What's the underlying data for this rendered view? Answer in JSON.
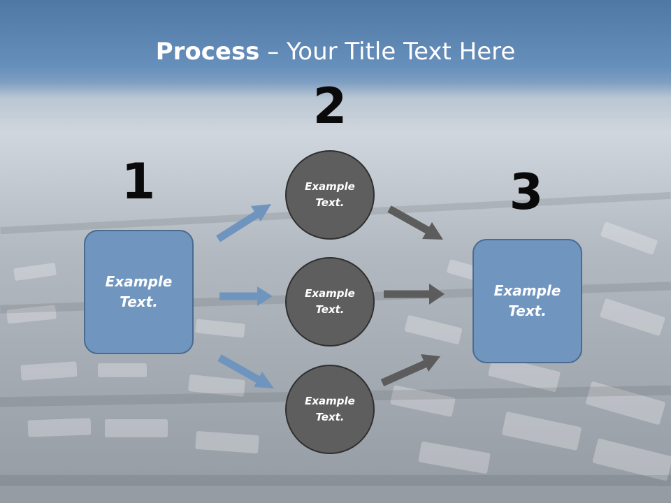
{
  "title": {
    "strong": "Process",
    "rest": " – Your Title Text Here"
  },
  "steps": {
    "one": "1",
    "two": "2",
    "three": "3"
  },
  "input_box": {
    "text": "Example\nText."
  },
  "circles": [
    {
      "text": "Example\nText."
    },
    {
      "text": "Example\nText."
    },
    {
      "text": "Example\nText."
    }
  ],
  "output_box": {
    "text": "Example\nText."
  },
  "colors": {
    "box_fill": "#7096c0",
    "circle_fill": "#5e5e5e",
    "blue_arrow": "#6f95bf",
    "gray_arrow": "#5c5c5c"
  }
}
